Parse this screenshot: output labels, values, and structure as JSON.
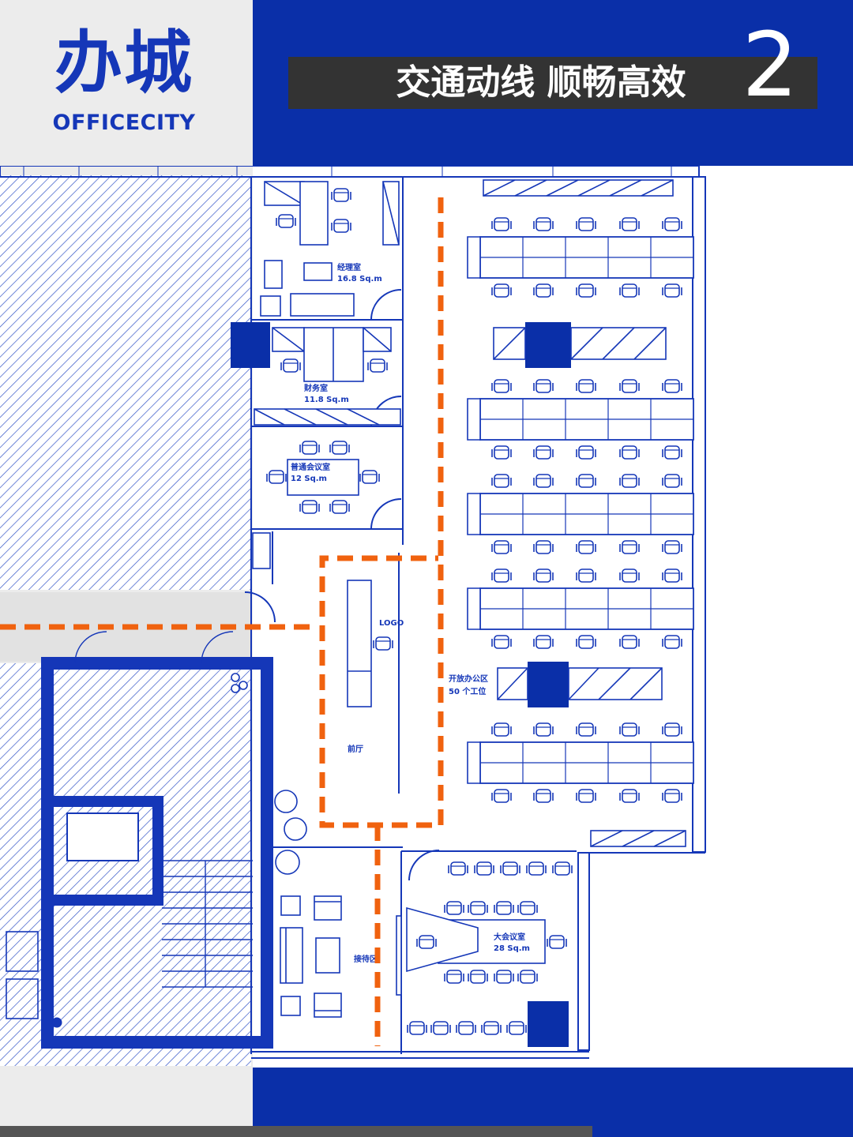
{
  "brand": {
    "logo_cn": "办城",
    "logo_en": "OFFICECITY"
  },
  "header": {
    "title": "交通动线 顺畅高效",
    "number": "2"
  },
  "rooms": {
    "manager": {
      "name": "经理室",
      "area": "16.8 Sq.m"
    },
    "finance": {
      "name": "财务室",
      "area": "11.8 Sq.m"
    },
    "meeting_small": {
      "name": "普通会议室",
      "area": "12 Sq.m"
    },
    "logo_wall": {
      "name": "LOGO"
    },
    "lobby": {
      "name": "前厅"
    },
    "open_office": {
      "name": "开放办公区",
      "seats": "50 个工位"
    },
    "meeting_large": {
      "name": "大会议室",
      "area": "28 Sq.m"
    },
    "reception": {
      "name": "接待区"
    }
  },
  "colors": {
    "brand_blue": "#0a2fa8",
    "line_blue": "#1537b8",
    "route_orange": "#f0620f",
    "panel_gray": "#ececec",
    "title_bar": "#333333"
  }
}
